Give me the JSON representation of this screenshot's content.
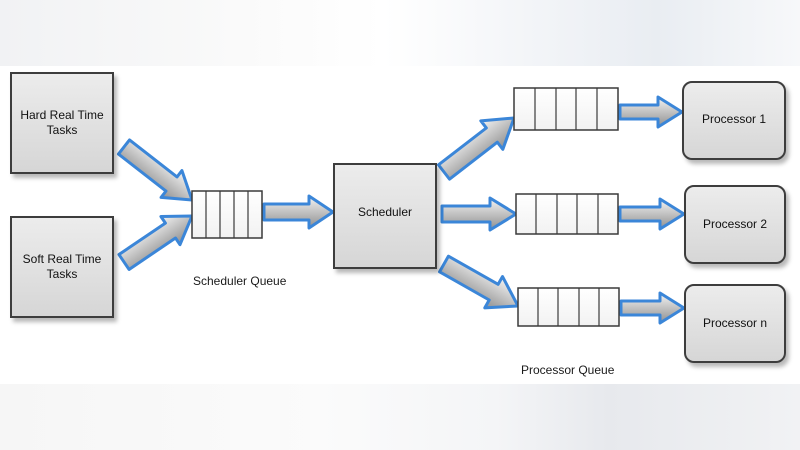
{
  "nodes": {
    "hard_real_time": "Hard Real Time\nTasks",
    "soft_real_time": "Soft Real Time\nTasks",
    "scheduler": "Scheduler",
    "processor_1": "Processor 1",
    "processor_2": "Processor 2",
    "processor_n": "Processor n"
  },
  "captions": {
    "scheduler_queue": "Scheduler Queue",
    "processor_queue": "Processor Queue"
  },
  "colors": {
    "arrow_outline": "#3b86d8",
    "arrow_fill_light": "#f4f4f4",
    "arrow_fill_dark": "#8f8f8f",
    "box_border": "#3d3d3d",
    "box_fill": "#dcdcdc"
  }
}
